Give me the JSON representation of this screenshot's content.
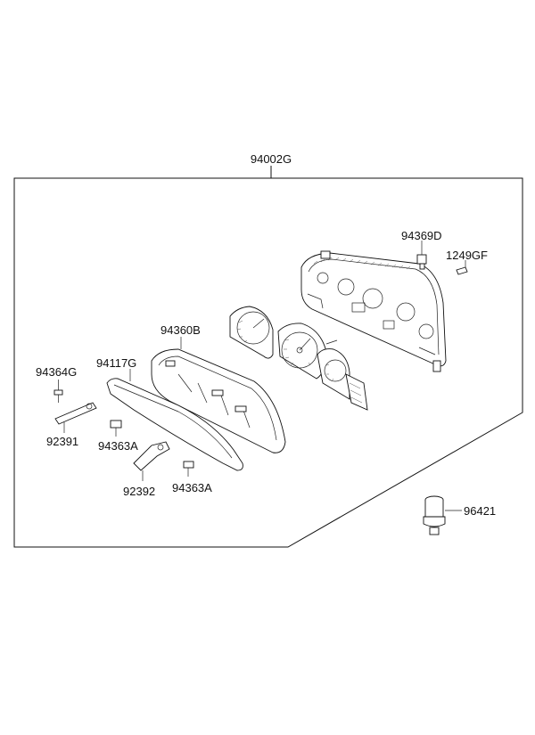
{
  "assembly_label": "94002G",
  "parts": {
    "retainer_screw_label": "94369D",
    "screw_label": "1249GF",
    "glass_label": "94360B",
    "cover_label": "94117G",
    "bolt_label": "94364G",
    "bracket_left_label": "92391",
    "pad_top_label": "94363A",
    "bracket_bottom_label": "92392",
    "pad_bottom_label": "94363A",
    "switch_label": "96421"
  }
}
